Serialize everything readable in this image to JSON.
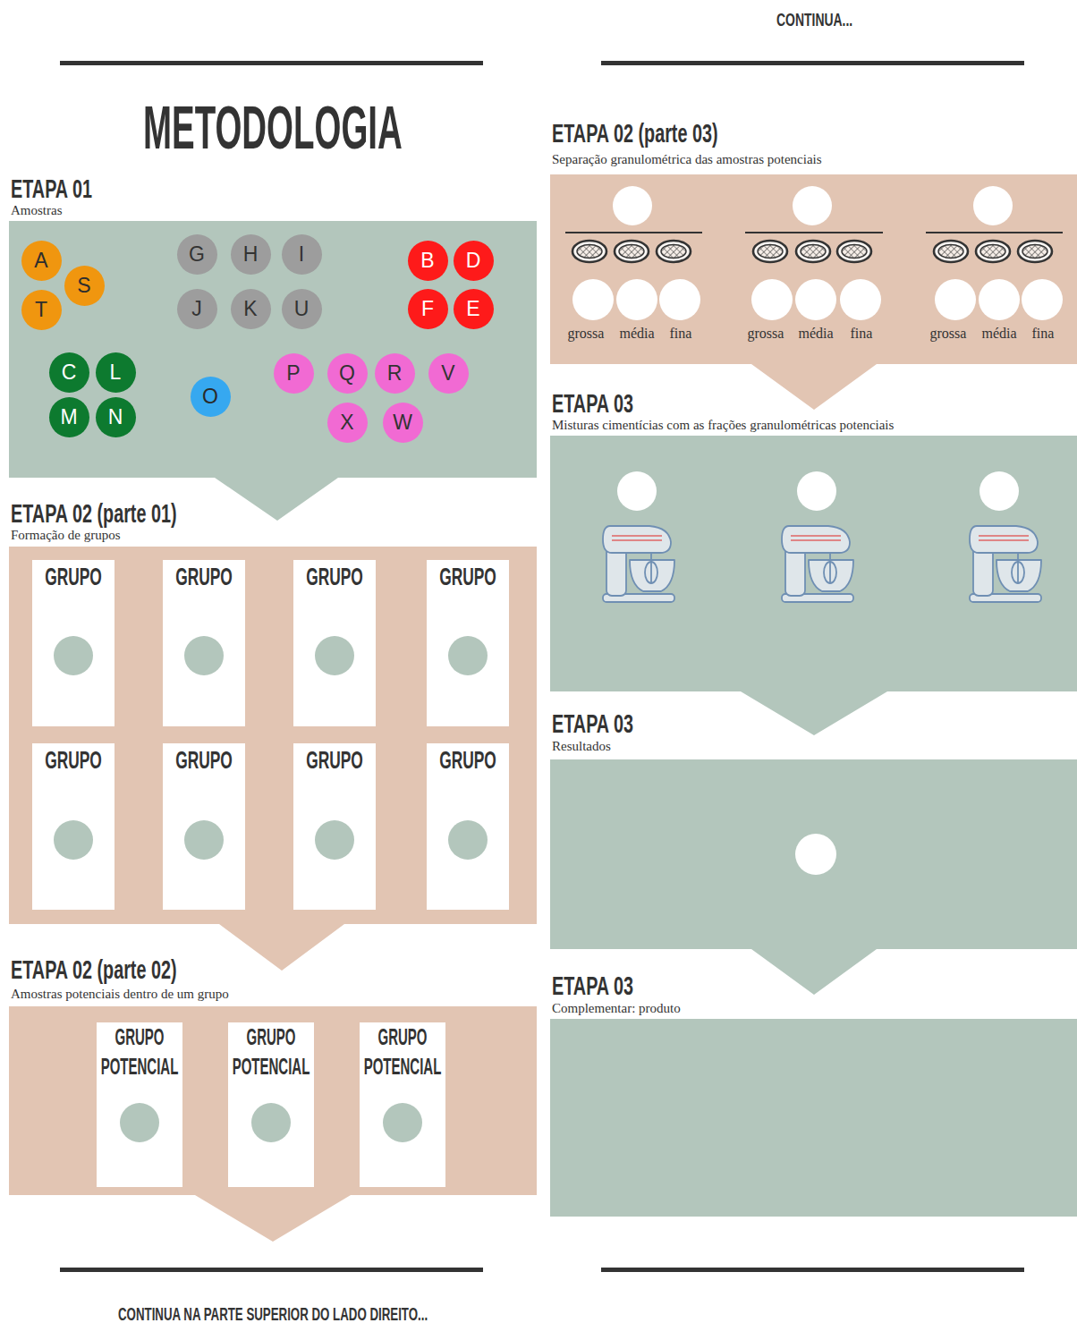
{
  "diagram": {
    "title": "METODOLOGIA",
    "nodes": [
      {
        "text": [
          "ETAPA 01",
          "Amostras"
        ]
      },
      {
        "text": [
          "A"
        ],
        "in": 0
      },
      {
        "text": [
          "S"
        ],
        "in": 0
      },
      {
        "text": [
          "T"
        ],
        "in": 0
      },
      {
        "text": [
          "G"
        ],
        "in": 0
      },
      {
        "text": [
          "H"
        ],
        "in": 0
      },
      {
        "text": [
          "I"
        ],
        "in": 0
      },
      {
        "text": [
          "J"
        ],
        "in": 0
      },
      {
        "text": [
          "K"
        ],
        "in": 0
      },
      {
        "text": [
          "U"
        ],
        "in": 0
      },
      {
        "text": [
          "B"
        ],
        "in": 0
      },
      {
        "text": [
          "D"
        ],
        "in": 0
      },
      {
        "text": [
          "F"
        ],
        "in": 0
      },
      {
        "text": [
          "E"
        ],
        "in": 0
      },
      {
        "text": [
          "C"
        ],
        "in": 0
      },
      {
        "text": [
          "L"
        ],
        "in": 0
      },
      {
        "text": [
          "M"
        ],
        "in": 0
      },
      {
        "text": [
          "N"
        ],
        "in": 0
      },
      {
        "text": [
          "O"
        ],
        "in": 0
      },
      {
        "text": [
          "P"
        ],
        "in": 0
      },
      {
        "text": [
          "Q"
        ],
        "in": 0
      },
      {
        "text": [
          "R"
        ],
        "in": 0
      },
      {
        "text": [
          "V"
        ],
        "in": 0
      },
      {
        "text": [
          "X"
        ],
        "in": 0
      },
      {
        "text": [
          "W"
        ],
        "in": 0
      },
      {
        "text": [
          "ETAPA 02 (parte 01)",
          "Formação de grupos"
        ]
      },
      {
        "text": [
          "GRUPO"
        ],
        "in": 25
      },
      {
        "text": [
          "GRUPO"
        ],
        "in": 25
      },
      {
        "text": [
          "GRUPO"
        ],
        "in": 25
      },
      {
        "text": [
          "GRUPO"
        ],
        "in": 25
      },
      {
        "text": [
          "GRUPO"
        ],
        "in": 25
      },
      {
        "text": [
          "GRUPO"
        ],
        "in": 25
      },
      {
        "text": [
          "GRUPO"
        ],
        "in": 25
      },
      {
        "text": [
          "GRUPO"
        ],
        "in": 25
      },
      {
        "text": [
          "ETAPA 02 (parte 02)",
          "Amostras potenciais dentro de um grupo"
        ]
      },
      {
        "text": [
          "GRUPO POTENCIAL"
        ],
        "in": 34
      },
      {
        "text": [
          "GRUPO POTENCIAL"
        ],
        "in": 34
      },
      {
        "text": [
          "GRUPO POTENCIAL"
        ],
        "in": 34
      },
      {
        "text": [
          "ETAPA 02 (parte 03)",
          "Separação granulométrica das amostras potenciais"
        ]
      },
      {
        "text": [
          "ETAPA 03",
          "Misturas cimentícias com as frações granulométricas potenciais"
        ]
      },
      {
        "text": [
          "ETAPA 03",
          "Resultados"
        ]
      },
      {
        "text": [
          "ETAPA 03",
          "Complementar: produto"
        ]
      }
    ],
    "labels": [
      "CONTINUA...",
      "grossa",
      "média",
      "fina",
      "grossa",
      "média",
      "fina",
      "grossa",
      "média",
      "fina",
      "CONTINUA NA PARTE SUPERIOR DO LADO DIREITO..."
    ]
  }
}
